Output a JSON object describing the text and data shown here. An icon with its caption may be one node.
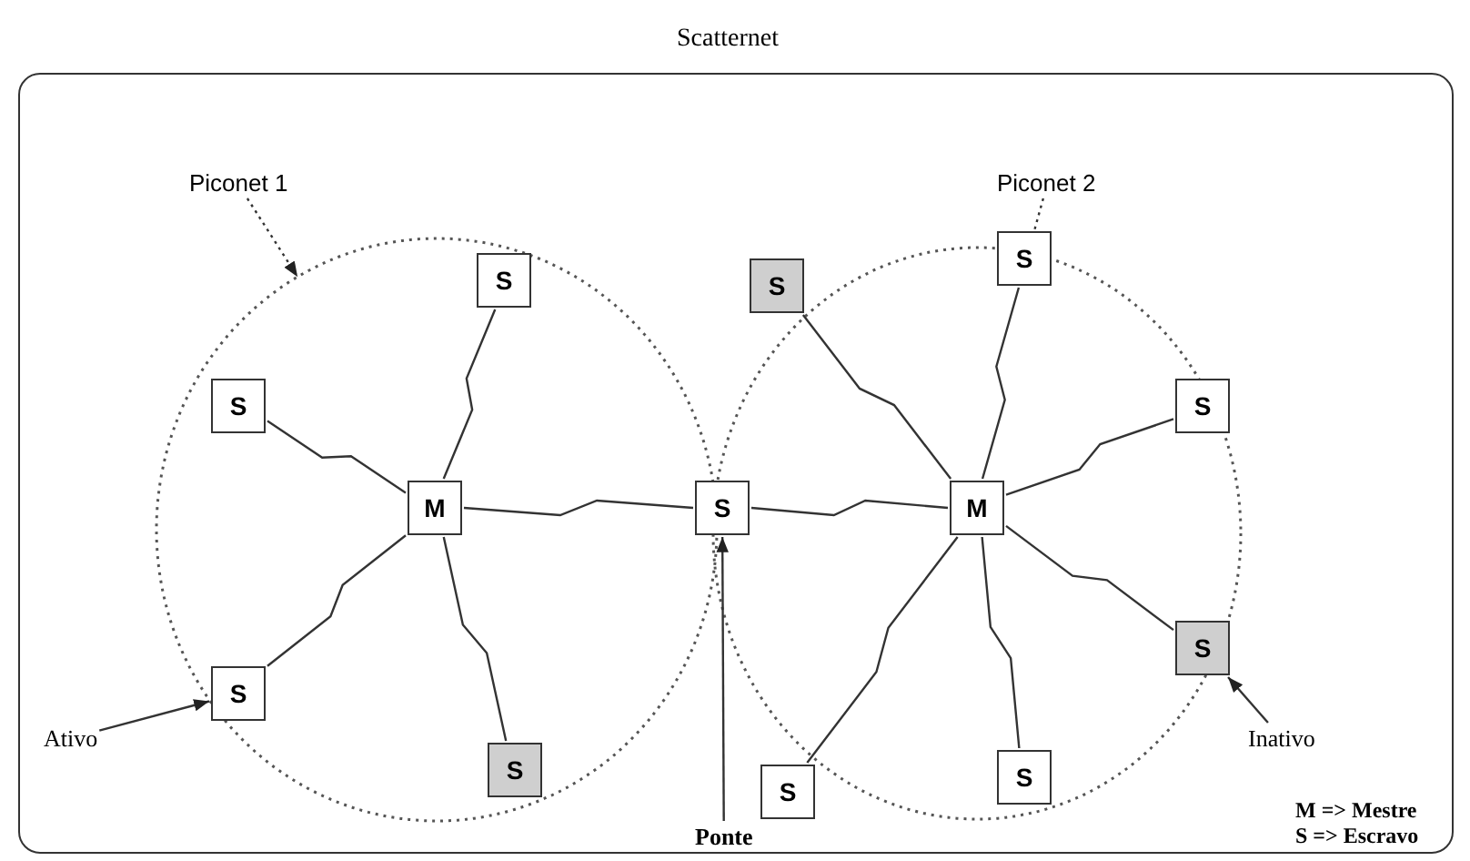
{
  "diagram": {
    "nodes": [
      {
        "text": [
          "Scatternet"
        ]
      },
      {
        "text": [
          "Piconet 1"
        ],
        "in": 0
      },
      {
        "text": [
          "Piconet 2"
        ],
        "in": 0
      },
      {
        "text": [],
        "shape": "circle",
        "in": 0
      },
      {
        "text": [],
        "shape": "circle",
        "in": 0
      },
      {
        "text": [
          "S"
        ],
        "in": 3
      },
      {
        "text": [
          "S"
        ],
        "in": 3
      },
      {
        "text": [
          "M"
        ],
        "in": 3
      },
      {
        "text": [
          "S"
        ],
        "in": 3
      },
      {
        "text": [
          "S"
        ],
        "in": 3
      },
      {
        "text": [
          "S"
        ],
        "in": 0
      },
      {
        "text": [
          "S"
        ],
        "in": 4
      },
      {
        "text": [
          "S"
        ],
        "in": 4
      },
      {
        "text": [
          "M"
        ],
        "in": 4
      },
      {
        "text": [
          "S"
        ],
        "in": 4
      },
      {
        "text": [
          "S"
        ],
        "in": 4
      },
      {
        "text": [
          "S"
        ],
        "in": 4
      },
      {
        "text": [
          "S"
        ],
        "in": 4
      },
      {
        "text": [
          "Ativo"
        ],
        "in": 0
      },
      {
        "text": [
          "Inativo"
        ],
        "in": 0
      },
      {
        "text": [
          "Ponte"
        ],
        "in": 0
      }
    ],
    "edges": [
      {
        "from": 1,
        "to": 3,
        "arrow": "to",
        "style": "dashed"
      },
      {
        "from": 2,
        "to": 4,
        "arrow": "to",
        "style": "dashed"
      },
      {
        "from": 7,
        "to": 5,
        "arrow": "none"
      },
      {
        "from": 7,
        "to": 6,
        "arrow": "none"
      },
      {
        "from": 7,
        "to": 8,
        "arrow": "none"
      },
      {
        "from": 7,
        "to": 9,
        "arrow": "none"
      },
      {
        "from": 7,
        "to": 10,
        "arrow": "none"
      },
      {
        "from": 13,
        "to": 10,
        "arrow": "none"
      },
      {
        "from": 13,
        "to": 11,
        "arrow": "none"
      },
      {
        "from": 13,
        "to": 12,
        "arrow": "none"
      },
      {
        "from": 13,
        "to": 14,
        "arrow": "none"
      },
      {
        "from": 13,
        "to": 15,
        "arrow": "none"
      },
      {
        "from": 13,
        "to": 16,
        "arrow": "none"
      },
      {
        "from": 13,
        "to": 17,
        "arrow": "none"
      },
      {
        "from": 18,
        "to": 8,
        "arrow": "to"
      },
      {
        "from": 19,
        "to": 15,
        "arrow": "to"
      },
      {
        "from": 20,
        "to": 10,
        "arrow": "to"
      }
    ],
    "labels": [
      "M => Mestre",
      "S => Escravo"
    ]
  }
}
